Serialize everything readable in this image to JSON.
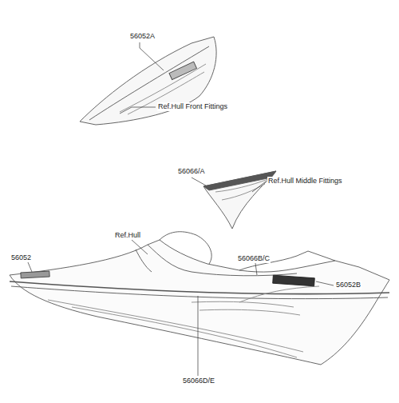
{
  "diagram": {
    "labels": [
      "56052A",
      "Ref.Hull Front Fittings",
      "56066/A",
      "Ref.Hull Middle Fittings",
      "Ref.Hull",
      "56052",
      "56066B/C",
      "56052B",
      "56066D/E"
    ]
  }
}
